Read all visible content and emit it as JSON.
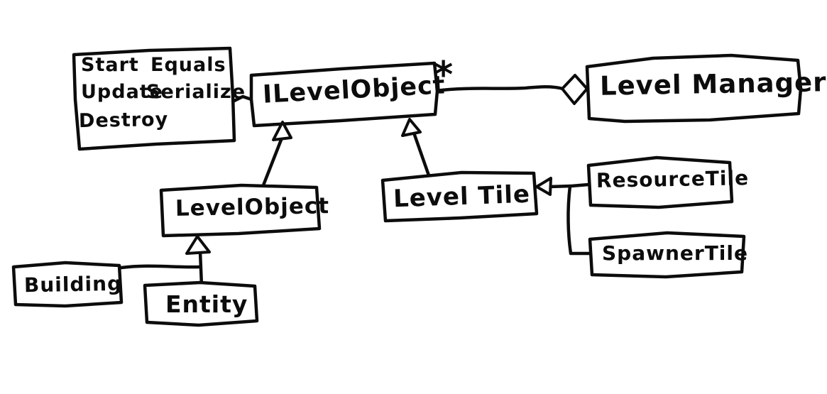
{
  "diagram_type": "hand-drawn UML class diagram",
  "nodes": {
    "interface_contract_note": {
      "methods_col1": [
        "Start",
        "Update",
        "Destroy"
      ],
      "methods_col2": [
        "Equals",
        "Serialize"
      ]
    },
    "ilevel_object": {
      "label": "ILevelObject"
    },
    "level_manager": {
      "label": "Level Manager"
    },
    "level_object": {
      "label": "LevelObject"
    },
    "level_tile": {
      "label": "Level Tile"
    },
    "resource_tile": {
      "label": "ResourceTile"
    },
    "spawner_tile": {
      "label": "SpawnerTile"
    },
    "building": {
      "label": "Building"
    },
    "entity": {
      "label": "Entity"
    }
  },
  "aggregation": {
    "multiplicity": "*"
  },
  "edges": [
    {
      "from": "methods note (Start/Update/Destroy/Equals/Serialize)",
      "to": "ILevelObject",
      "type": "attachment"
    },
    {
      "from": "ILevelObject",
      "to": "Level Manager",
      "type": "aggregation",
      "multiplicity": "*"
    },
    {
      "from": "LevelObject",
      "to": "ILevelObject",
      "type": "inheritance"
    },
    {
      "from": "Level Tile",
      "to": "ILevelObject",
      "type": "inheritance"
    },
    {
      "from": "ResourceTile",
      "to": "Level Tile",
      "type": "inheritance"
    },
    {
      "from": "SpawnerTile",
      "to": "Level Tile",
      "type": "inheritance"
    },
    {
      "from": "Building",
      "to": "LevelObject",
      "type": "inheritance"
    },
    {
      "from": "Entity",
      "to": "LevelObject",
      "type": "inheritance"
    }
  ],
  "colors": {
    "ink": "#0c0c0c",
    "background": "#ffffff"
  }
}
